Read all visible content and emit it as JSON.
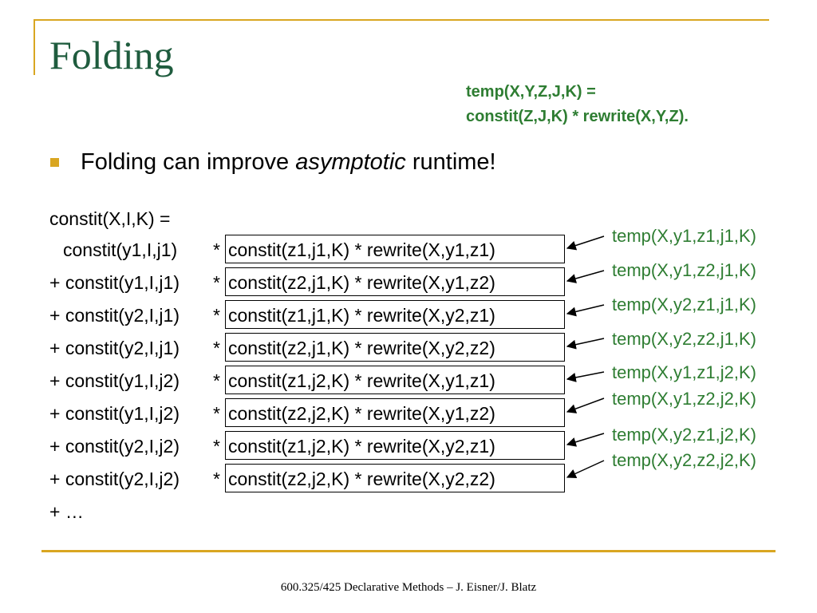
{
  "slide": {
    "title": "Folding",
    "note_line1": "temp(X,Y,Z,J,K) =",
    "note_line2": "constit(Z,J,K) * rewrite(X,Y,Z).",
    "bullet_before": "Folding can improve ",
    "bullet_italic": "asymptotic",
    "bullet_after": " runtime!",
    "header_line": "constit(X,I,K) =",
    "ellipsis_line": "+ …",
    "rows": [
      {
        "prefix": "constit(y1,I,j1)",
        "star": "*",
        "boxed": "constit(z1,j1,K) * rewrite(X,y1,z1)",
        "label": "temp(X,y1,z1,j1,K)"
      },
      {
        "prefix": "+ constit(y1,I,j1)",
        "star": "*",
        "boxed": "constit(z2,j1,K) * rewrite(X,y1,z2)",
        "label": "temp(X,y1,z2,j1,K)"
      },
      {
        "prefix": "+ constit(y2,I,j1)",
        "star": "*",
        "boxed": "constit(z1,j1,K) * rewrite(X,y2,z1)",
        "label": "temp(X,y2,z1,j1,K)"
      },
      {
        "prefix": "+ constit(y2,I,j1)",
        "star": "*",
        "boxed": "constit(z2,j1,K) * rewrite(X,y2,z2)",
        "label": "temp(X,y2,z2,j1,K)"
      },
      {
        "prefix": "+ constit(y1,I,j2)",
        "star": "*",
        "boxed": "constit(z1,j2,K) * rewrite(X,y1,z1)",
        "label": "temp(X,y1,z1,j2,K)"
      },
      {
        "prefix": "+ constit(y1,I,j2)",
        "star": "*",
        "boxed": "constit(z2,j2,K) * rewrite(X,y1,z2)",
        "label": "temp(X,y1,z2,j2,K)"
      },
      {
        "prefix": "+ constit(y2,I,j2)",
        "star": "*",
        "boxed": "constit(z1,j2,K) * rewrite(X,y2,z1)",
        "label": "temp(X,y2,z1,j2,K)"
      },
      {
        "prefix": "+ constit(y2,I,j2)",
        "star": "*",
        "boxed": "constit(z2,j2,K) * rewrite(X,y2,z2)",
        "label": "temp(X,y2,z2,j2,K)"
      }
    ],
    "footer": "600.325/425 Declarative Methods – J. Eisner/J. Blatz",
    "colors": {
      "title": "#1f5c3e",
      "accent": "#d9a621",
      "green_text": "#2e7d32"
    }
  }
}
